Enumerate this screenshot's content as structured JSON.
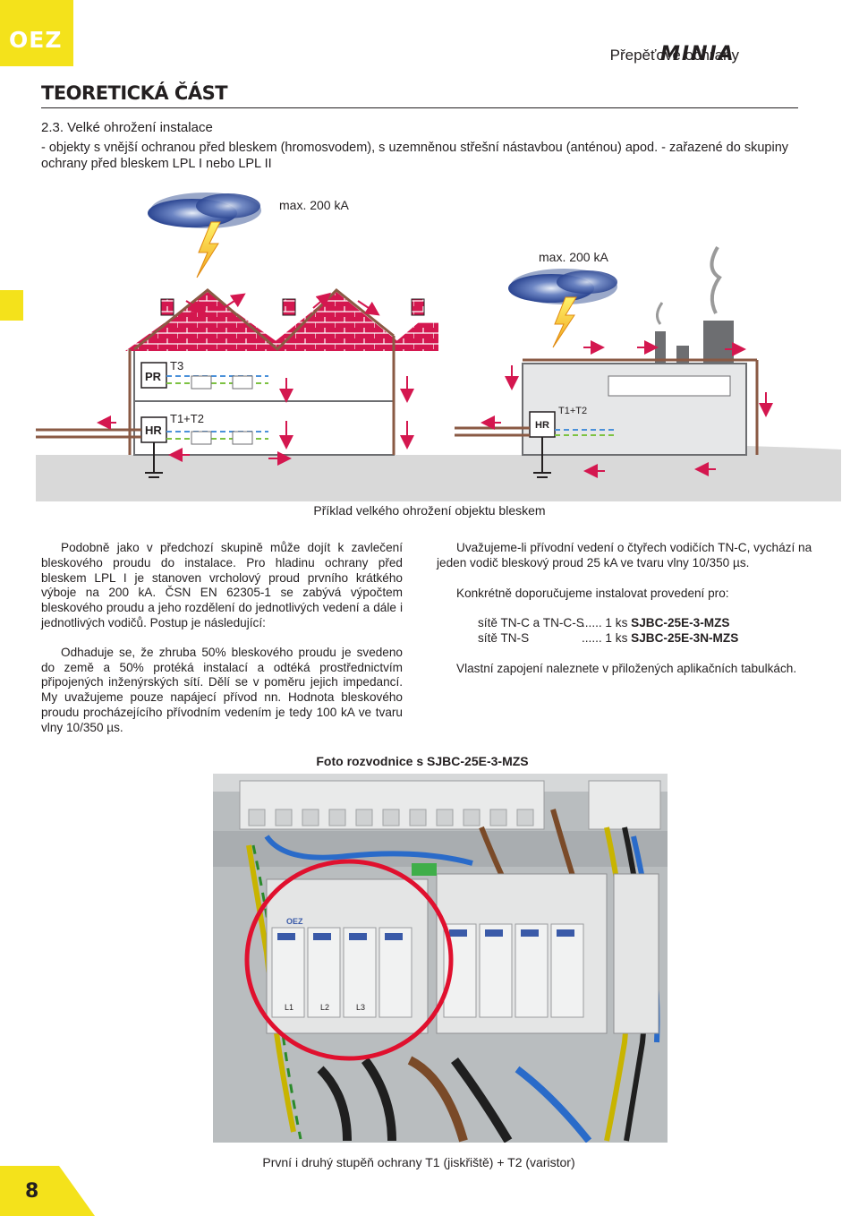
{
  "header": {
    "logo": "OEZ",
    "title": "Přepěťové ochrany",
    "brand": "MINIA"
  },
  "section_title": "TEORETICKÁ ČÁST",
  "subsection": "2.3.  Velké ohrožení instalace",
  "bullet": "- objekty s vnější ochranou před bleskem (hromosvodem), s uzemněnou střešní nástavbou (anténou) apod. - zařazené do skupiny ochrany před bleskem LPL I nebo LPL II",
  "diagram": {
    "label_max1": "max. 200 kA",
    "label_max2": "max. 200 kA",
    "label_pr": "PR",
    "label_t3": "T3",
    "label_hr1": "HR",
    "label_t1t2_1": "T1+T2",
    "label_hr2": "HR",
    "label_t1t2_2": "T1+T2",
    "colors": {
      "roof": "#d4174f",
      "cable": "#8a5a44",
      "arrow": "#d4174f",
      "ground": "#d8d8d8",
      "cloud": "#3a5aa8"
    }
  },
  "caption1": "Příklad velkého ohrožení objektu bleskem",
  "left_col": {
    "p1": "Podobně jako v předchozí skupině může dojít k zavlečení bleskového proudu do instalace. Pro hladinu ochrany před bleskem LPL I je stanoven vrcholový proud prvního krátkého výboje na 200 kA. ČSN EN 62305-1 se zabývá výpočtem bleskového proudu a jeho rozdělení do jednotlivých vedení a dále i jednotlivých vodičů. Postup je následující:",
    "p2": "Odhaduje se, že zhruba 50% bleskového proudu je svedeno do země a 50% protéká instalací a odtéká prostřednictvím připojených inženýrských sítí. Dělí se v poměru jejich impedancí. My uvažujeme pouze napájecí přívod nn. Hodnota bleskového proudu procházejícího přívodním vedením je tedy 100 kA ve tvaru vlny 10/350 µs."
  },
  "right_col": {
    "p1": "Uvažujeme-li přívodní vedení o čtyřech vodičích TN-C, vychází na jeden vodič bleskový proud 25 kA ve tvaru vlny 10/350 µs.",
    "p2": "Konkrétně doporučujeme instalovat provedení pro:",
    "rec": [
      {
        "net": "sítě TN-C a TN-C-S",
        "qty": "...... 1 ks ",
        "product": "SJBC-25E-3-MZS"
      },
      {
        "net": "sítě TN-S",
        "qty": "...... 1 ks ",
        "product": "SJBC-25E-3N-MZS"
      }
    ],
    "p3": "Vlastní zapojení naleznete v přiložených aplikačních tabulkách."
  },
  "photo_title": "Foto rozvodnice s SJBC-25E-3-MZS",
  "photo": {
    "module_brand": "OEZ",
    "label_l1": "L1",
    "label_l2": "L2",
    "label_l3": "L3"
  },
  "caption2": "První i druhý stupěň ochrany T1 (jiskřiště) + T2 (varistor)",
  "page_number": "8"
}
